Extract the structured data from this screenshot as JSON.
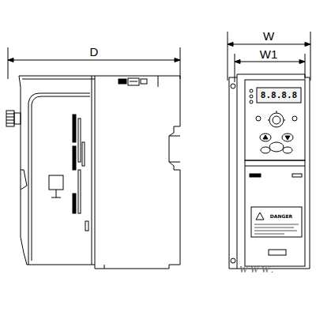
{
  "diagram": {
    "labels": [
      "D",
      "W",
      "W1",
      "8.8.8.8",
      "DANGER",
      "WWW."
    ]
  }
}
